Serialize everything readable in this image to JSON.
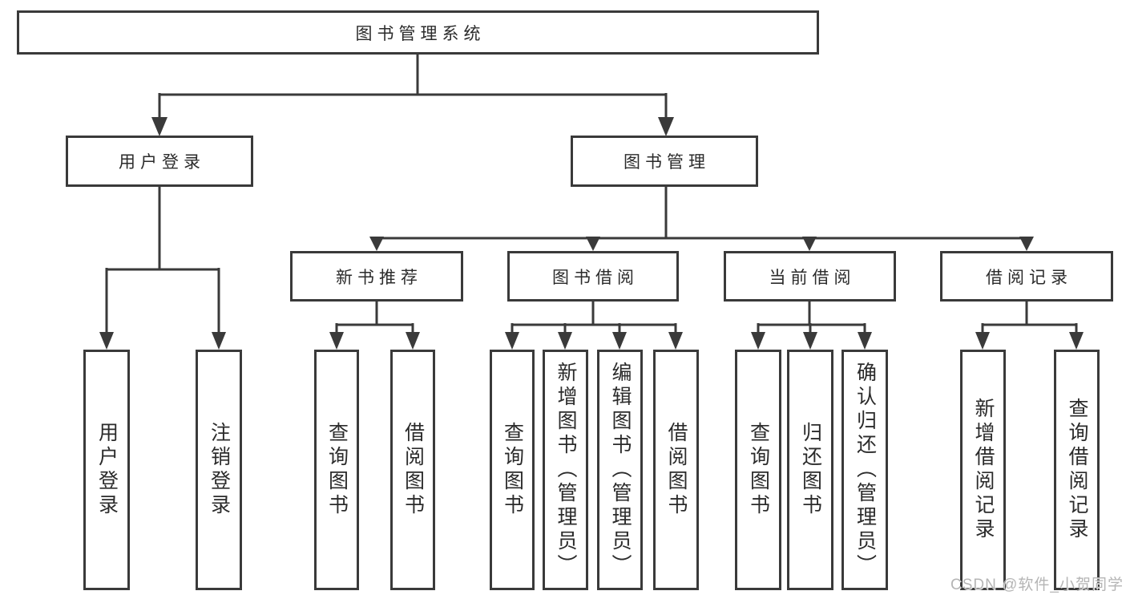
{
  "colors": {
    "background": "#ffffff",
    "border": "#3a3a3a",
    "line": "#3a3a3a",
    "text": "#2b2b2b",
    "watermark": "#b5b5b5"
  },
  "watermark": {
    "text": "CSDN @软件_小贺同学"
  },
  "tree": {
    "label": "图书管理系统",
    "children": [
      {
        "label": "用户登录",
        "children": [
          {
            "label": "用户登录"
          },
          {
            "label": "注销登录"
          }
        ]
      },
      {
        "label": "图书管理",
        "children": [
          {
            "label": "新书推荐",
            "children": [
              {
                "label": "查询图书"
              },
              {
                "label": "借阅图书"
              }
            ]
          },
          {
            "label": "图书借阅",
            "children": [
              {
                "label": "查询图书"
              },
              {
                "label": "新增图书（管理员）"
              },
              {
                "label": "编辑图书（管理员）"
              },
              {
                "label": "借阅图书"
              }
            ]
          },
          {
            "label": "当前借阅",
            "children": [
              {
                "label": "查询图书"
              },
              {
                "label": "归还图书"
              },
              {
                "label": "确认归还（管理员）"
              }
            ]
          },
          {
            "label": "借阅记录",
            "children": [
              {
                "label": "新增借阅记录"
              },
              {
                "label": "查询借阅记录"
              }
            ]
          }
        ]
      }
    ]
  }
}
